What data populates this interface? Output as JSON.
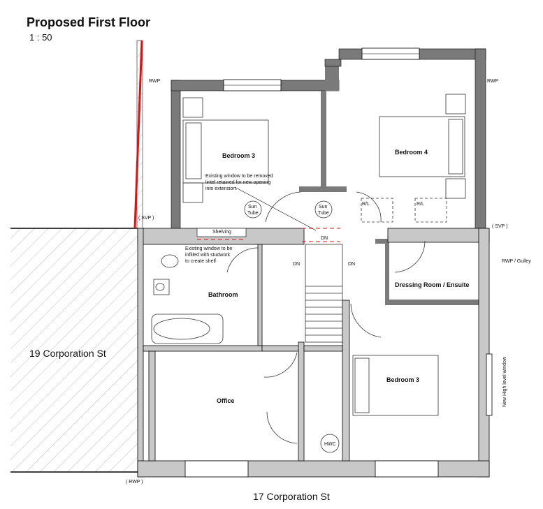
{
  "title": "Proposed First Floor",
  "scale": "1 : 50",
  "rooms": {
    "bedroom3_upper": "Bedroom 3",
    "bedroom4": "Bedroom 4",
    "bathroom": "Bathroom",
    "dressing": "Dressing Room / Ensuite",
    "bedroom3_lower": "Bedroom 3",
    "office": "Office",
    "hwc": "HWC"
  },
  "notes": {
    "window_removed": [
      "Existing window to be removed",
      "lintel retained for new opening",
      "into extension."
    ],
    "window_infilled": [
      "Existing window to be",
      "infilled with studwork",
      "to create shelf"
    ],
    "shelving": "Shelving",
    "sun_tube": [
      "Sun",
      "Tube"
    ],
    "dn": "DN",
    "rl": "R/L",
    "high_window": "New High level window"
  },
  "annotations": {
    "rwp": "RWP",
    "svp": "( SVP )",
    "rwp_bracket": "( RWP )",
    "rwp_gulley": "RWP / Gulley"
  },
  "neighbours": {
    "left": "19 Corporation St",
    "bottom": "17 Corporation St"
  },
  "colors": {
    "existing_wall": "#c8c8c8",
    "new_wall": "#7a7a7a",
    "red": "#e01010"
  }
}
